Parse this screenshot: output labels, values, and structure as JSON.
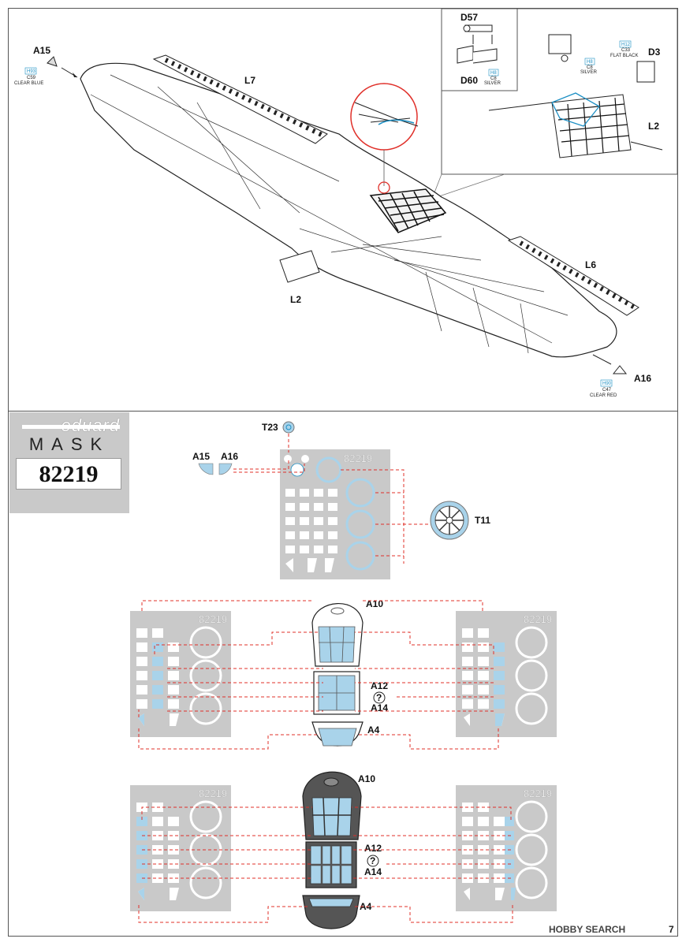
{
  "parts": {
    "a15": "A15",
    "a16": "A16",
    "l7": "L7",
    "l6": "L6",
    "l2_main": "L2",
    "l2_inset": "L2",
    "d57": "D57",
    "d60": "D60",
    "d3": "D3",
    "t23": "T23",
    "t11": "T11",
    "a10_top": "A10",
    "a12_top": "A12",
    "a14_top": "A14",
    "a4_top": "A4",
    "a10_bot": "A10",
    "a12_bot": "A12",
    "a14_bot": "A14",
    "a4_bot": "A4",
    "a15_mask": "A15",
    "a16_mask": "A16"
  },
  "colors": {
    "h93": "H93",
    "c59": "C59",
    "clear_blue": "CLEAR BLUE",
    "h90": "H90",
    "c47": "C47",
    "clear_red": "CLEAR RED",
    "h12": "H12",
    "c33": "C33",
    "flat_black": "FLAT BLACK",
    "h8_a": "H8",
    "c8_a": "C8",
    "silver_a": "SILVER",
    "h8_b": "H8",
    "c8_b": "C8",
    "silver_b": "SILVER"
  },
  "brand": {
    "word": "eduard",
    "mask": "MASK",
    "number": "82219"
  },
  "sheet_number": "82219",
  "question_mark": "?",
  "watermark": "HOBBY SEARCH",
  "page_number": "7",
  "palette": {
    "mask_blue": "#a9d3ea",
    "sheet_gray": "#c9c9c9",
    "guide_red": "#e0302a",
    "accent_blue": "#1c8fc4",
    "line": "#222222"
  }
}
